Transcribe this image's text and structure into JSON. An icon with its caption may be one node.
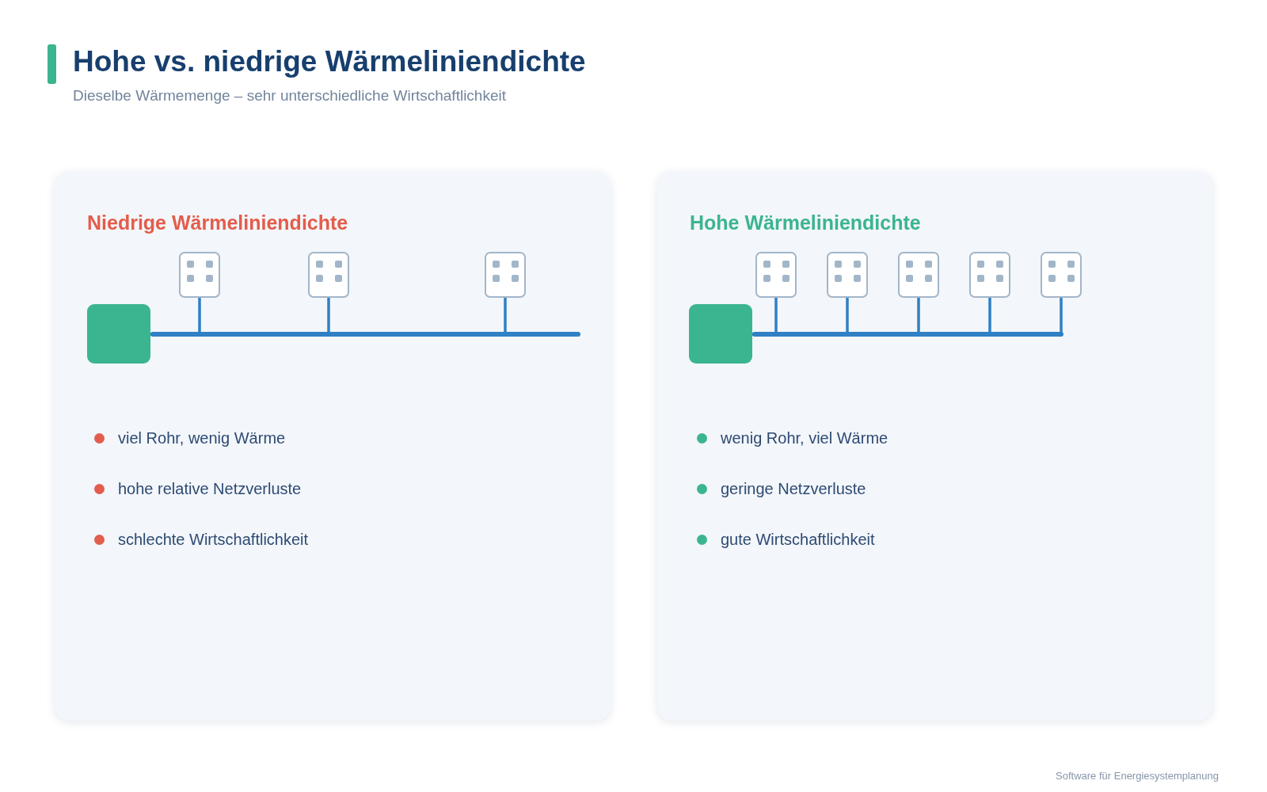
{
  "diagram": {
    "title": "Hohe vs. niedrige Wärmeliniendichte",
    "nodes": [
      {
        "text": [
          "Niedrige Wärmeliniendichte",
          "viel Rohr, wenig Wärme",
          "hohe relative Netzverluste",
          "schlechte Wirtschaftlichkeit"
        ]
      },
      {
        "text": [],
        "shape": "box",
        "in": 0
      },
      {
        "text": [],
        "shape": "building",
        "in": 0
      },
      {
        "text": [],
        "shape": "building",
        "in": 0
      },
      {
        "text": [],
        "shape": "building",
        "in": 0
      },
      {
        "text": [
          "Hohe Wärmeliniendichte",
          "wenig Rohr, viel Wärme",
          "geringe Netzverluste",
          "gute Wirtschaftlichkeit"
        ]
      },
      {
        "text": [],
        "shape": "box",
        "in": 5
      },
      {
        "text": [],
        "shape": "building",
        "in": 5
      },
      {
        "text": [],
        "shape": "building",
        "in": 5
      },
      {
        "text": [],
        "shape": "building",
        "in": 5
      },
      {
        "text": [],
        "shape": "building",
        "in": 5
      },
      {
        "text": [],
        "shape": "building",
        "in": 5
      }
    ],
    "edges": [
      {
        "from": 1,
        "to": null,
        "arrow": "none"
      },
      {
        "from": 1,
        "to": 2,
        "arrow": "none"
      },
      {
        "from": 1,
        "to": 3,
        "arrow": "none"
      },
      {
        "from": 1,
        "to": 4,
        "arrow": "none"
      },
      {
        "from": 6,
        "to": 7,
        "arrow": "none"
      },
      {
        "from": 6,
        "to": 8,
        "arrow": "none"
      },
      {
        "from": 6,
        "to": 9,
        "arrow": "none"
      },
      {
        "from": 6,
        "to": 10,
        "arrow": "none"
      },
      {
        "from": 6,
        "to": 11,
        "arrow": "none"
      }
    ],
    "labels": [
      "Dieselbe Wärmemenge – sehr unterschiedliche Wirtschaftlichkeit",
      "Software für Energiesystemplanung"
    ]
  }
}
